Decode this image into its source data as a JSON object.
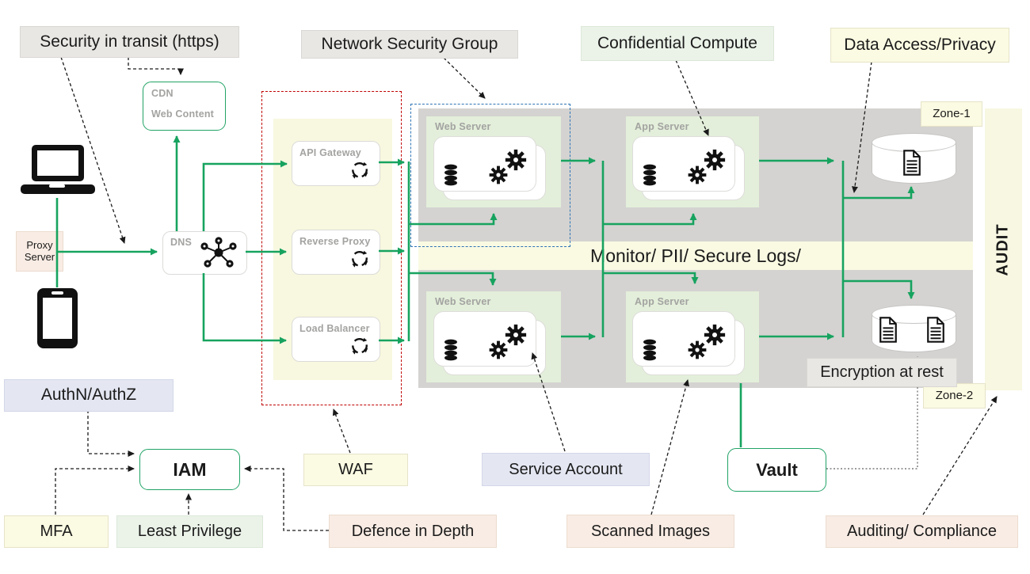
{
  "top_labels": {
    "security_transit": "Security in transit (https)",
    "network_security_group": "Network Security Group",
    "confidential_compute": "Confidential Compute",
    "data_access_privacy": "Data Access/Privacy"
  },
  "nodes": {
    "cdn_title": "CDN",
    "cdn_subtitle": "Web Content",
    "dns": "DNS",
    "proxy_server": "Proxy\nServer",
    "api_gateway": "API Gateway",
    "reverse_proxy": "Reverse Proxy",
    "load_balancer": "Load Balancer",
    "web_server": "Web Server",
    "app_server": "App Server",
    "iam": "IAM",
    "vault": "Vault"
  },
  "zone": {
    "monitor_band": "Monitor/ PII/ Secure Logs/",
    "audit": "AUDIT",
    "zone1": "Zone-1",
    "zone2": "Zone-2",
    "encryption_at_rest": "Encryption at rest"
  },
  "bottom_labels": {
    "authn_authz": "AuthN/AuthZ",
    "mfa": "MFA",
    "least_privilege": "Least Privilege",
    "waf": "WAF",
    "defence_in_depth": "Defence in Depth",
    "service_account": "Service Account",
    "scanned_images": "Scanned Images",
    "auditing_compliance": "Auditing/ Compliance"
  },
  "icons": {
    "client_laptop": "laptop-icon",
    "client_phone": "smartphone-icon",
    "dns_hub": "network-hub-icon",
    "traffic_sync": "sync-arrows-icon",
    "server_database": "database-icon",
    "server_gears": "gears-icon",
    "log_document": "document-icon"
  },
  "palette": {
    "arrow_green": "#17a35f",
    "waf_red": "#c00000",
    "nsg_blue": "#2e74b5",
    "zone_gray": "#d4d3d1",
    "band_cream": "#fafae3",
    "green_border": "#21a366"
  }
}
